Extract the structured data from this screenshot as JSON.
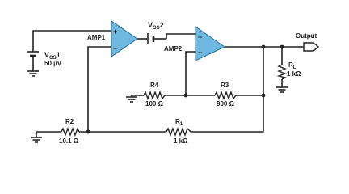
{
  "amps": {
    "amp1": {
      "name": "AMP1",
      "plus": "+",
      "minus": "−"
    },
    "amp2": {
      "name": "AMP2",
      "plus": "+",
      "minus": "−"
    }
  },
  "sources": {
    "vos1": {
      "name": "V",
      "sub": "OS",
      "num": "1",
      "value": "50 µV"
    },
    "vos2": {
      "name": "V",
      "sub": "OS",
      "num": "2"
    }
  },
  "resistors": {
    "r4": {
      "name": "R4",
      "value": "100 Ω"
    },
    "r3": {
      "name": "R3",
      "value": "900 Ω"
    },
    "r2": {
      "name": "R2",
      "value": "10.1 Ω"
    },
    "r1": {
      "name": "R",
      "sub": "1",
      "value": "1 kΩ"
    },
    "rl": {
      "name": "R",
      "sub": "L",
      "value": "1 kΩ"
    }
  },
  "output": {
    "label": "Output"
  }
}
